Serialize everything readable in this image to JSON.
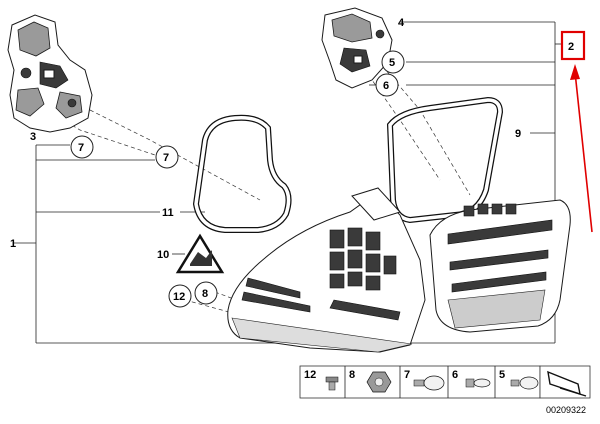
{
  "diagram": {
    "callouts": {
      "c1": "1",
      "c2": "2",
      "c3": "3",
      "c4": "4",
      "c5": "5",
      "c6": "6",
      "c7a": "7",
      "c7b": "7",
      "c8": "8",
      "c9": "9",
      "c10": "10",
      "c11": "11",
      "c12": "12"
    },
    "legend": {
      "items": [
        "12",
        "8",
        "7",
        "6",
        "5"
      ]
    },
    "doc_number": "00209322",
    "highlight_color": "#e00000"
  }
}
